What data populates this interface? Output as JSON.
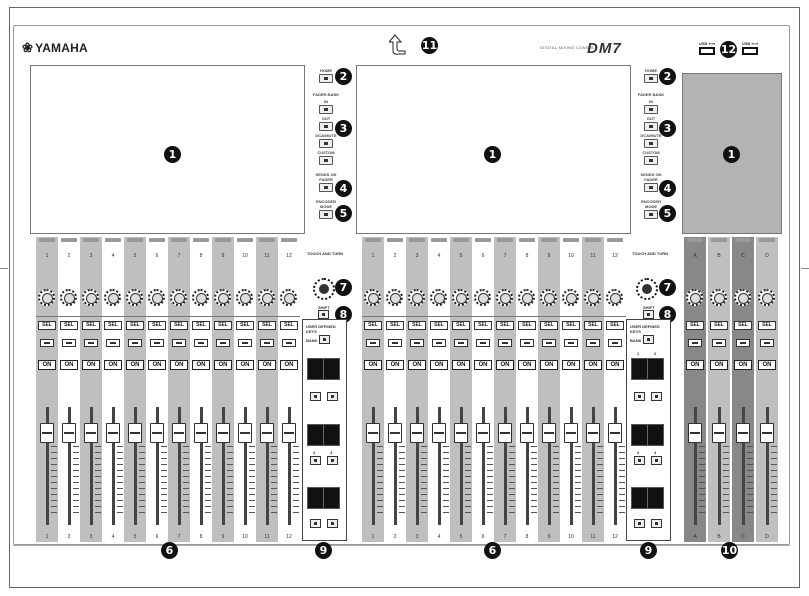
{
  "brand": {
    "logo_text": "YAMAHA",
    "logo_glyph": "❀",
    "model": "DM7",
    "model_subtitle": "DIGITAL MIXING CONSOLE"
  },
  "callouts": {
    "screen": "1",
    "home": "2",
    "fader_bank": "3",
    "sends_on_fader": "4",
    "encoder_mode": "5",
    "channel_strips": "6",
    "touch_turn_knob": "7",
    "shift": "8",
    "user_defined_keys": "9",
    "right_section": "10",
    "lamp": "11",
    "usb": "12"
  },
  "side_panel": {
    "home": "HOME",
    "fader_bank": "FADER BANK",
    "in": "IN",
    "out": "OUT",
    "dca_mute": "DCA/MUTE",
    "custom": "CUSTOM",
    "sends_on_fader": "SENDS ON FADER",
    "encoder_mode": "ENCODER MODE"
  },
  "bays": {
    "channels": [
      "1",
      "2",
      "3",
      "4",
      "5",
      "6",
      "7",
      "8",
      "9",
      "10",
      "11",
      "12"
    ],
    "right_channels": [
      "A",
      "B",
      "C",
      "D"
    ]
  },
  "buttons": {
    "sel": "SEL",
    "on": "ON"
  },
  "touch_and_turn": "TOUCH AND TURN",
  "shift": "SHIFT",
  "user_defined_keys": "USER DEFINED KEYS",
  "bank": "BANK",
  "udk_numbers": [
    "1",
    "2",
    "3",
    "4"
  ],
  "usb_label": "USB ⇐⇒",
  "colors": {
    "strip_grey": "#bfbfbf",
    "strip_dark": "#888888",
    "screen_grey": "#b3b3b3",
    "callout": "#111111"
  }
}
